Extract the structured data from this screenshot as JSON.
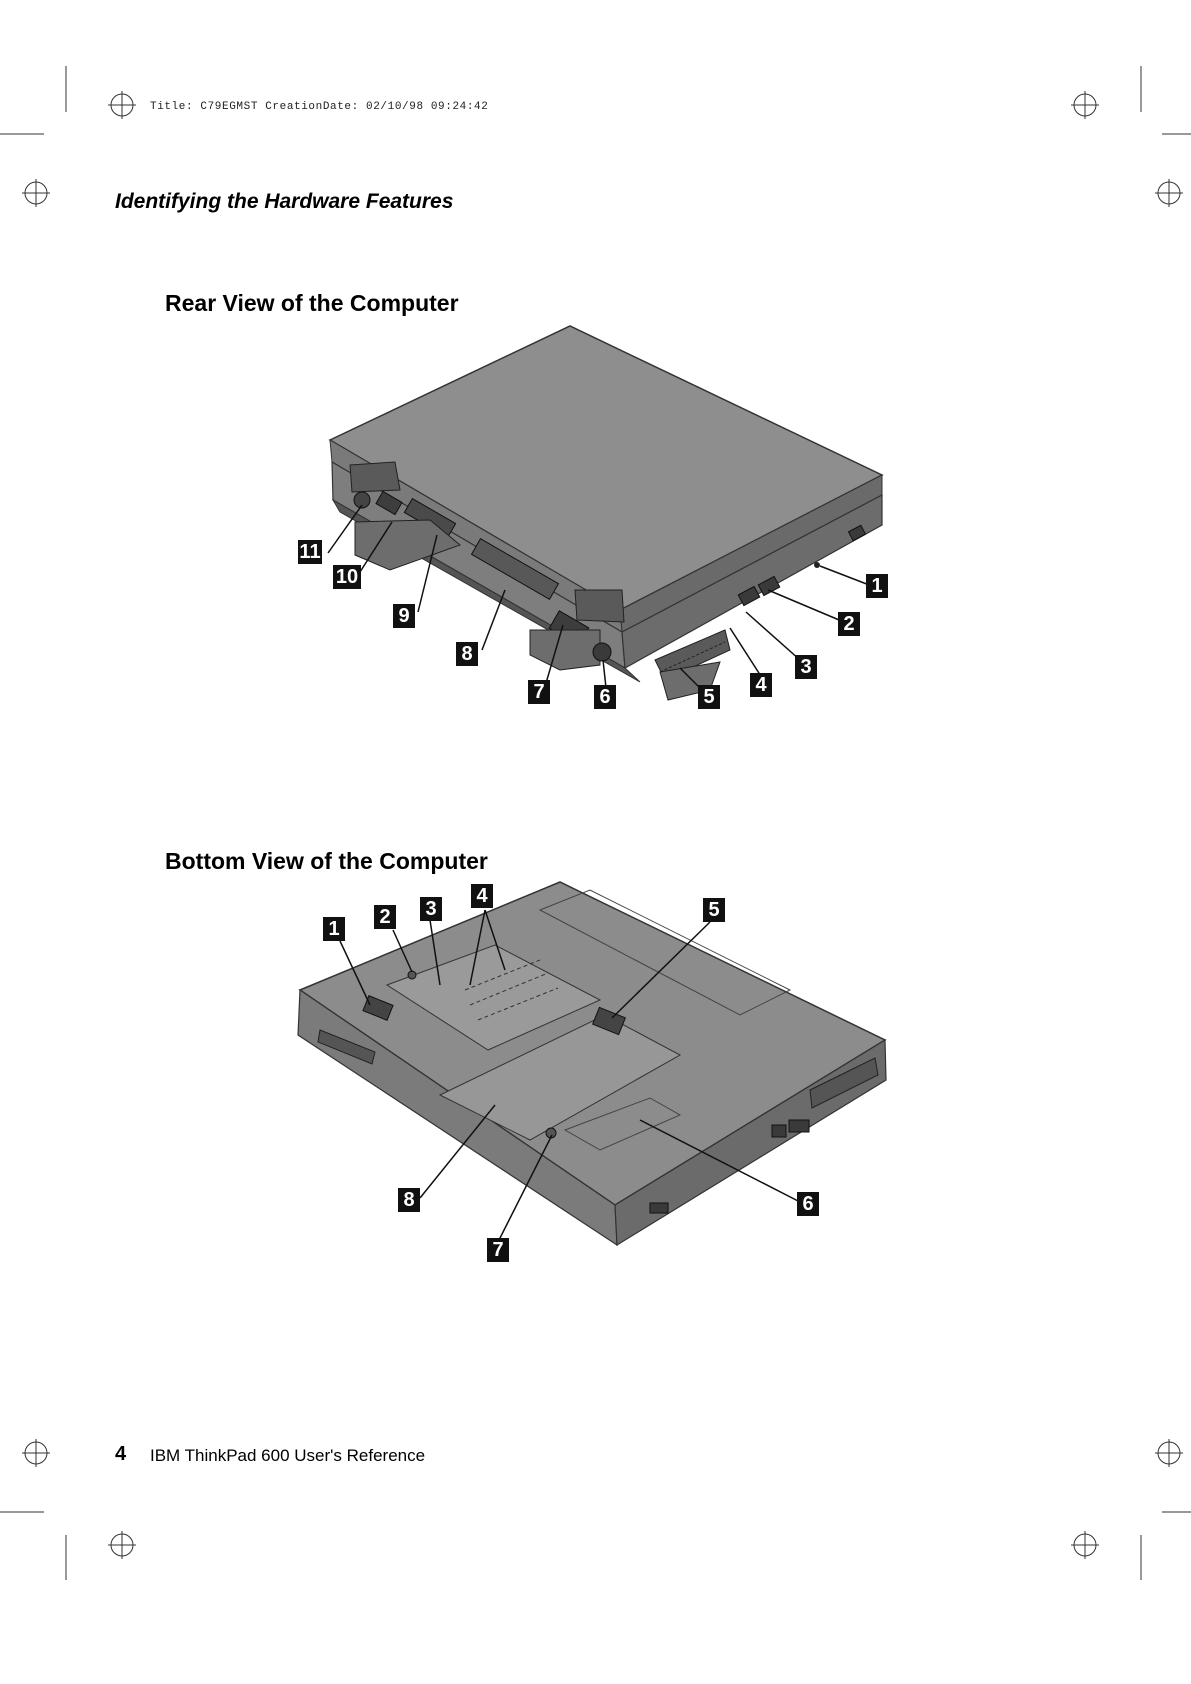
{
  "header": {
    "meta_line": "Title: C79EGMST CreationDate: 02/10/98 09:24:42",
    "running_head": "Identifying the Hardware Features"
  },
  "rear_view": {
    "title": "Rear View of the Computer",
    "callouts": [
      "11",
      "10",
      "9",
      "8",
      "7",
      "6",
      "5",
      "4",
      "3",
      "2",
      "1"
    ]
  },
  "bottom_view": {
    "title": "Bottom View of the Computer",
    "callouts": [
      "1",
      "2",
      "3",
      "4",
      "5",
      "6",
      "7",
      "8"
    ]
  },
  "footer": {
    "page_number": "4",
    "book_title": "IBM ThinkPad 600 User's Reference"
  },
  "colors": {
    "laptop_body": "#8a8a8a",
    "laptop_dark": "#5e5e5e",
    "laptop_light": "#a9a9a9",
    "callout_box": "#111111"
  }
}
